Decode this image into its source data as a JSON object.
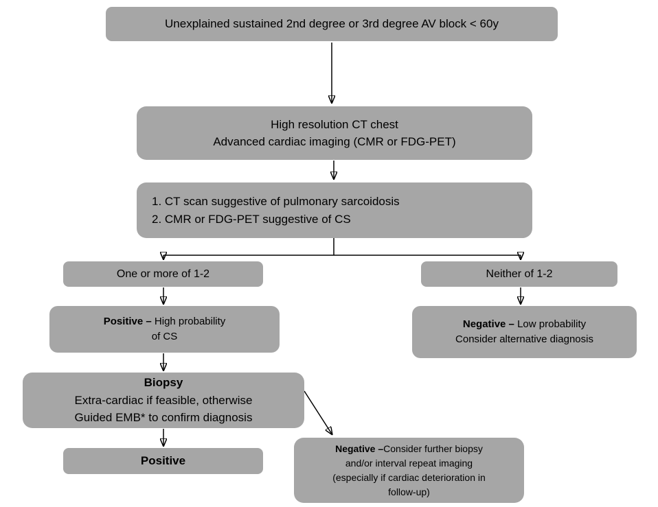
{
  "diagram": {
    "type": "flowchart",
    "colors": {
      "box_fill": "#a6a6a6",
      "text": "#000000",
      "arrow": "#000000",
      "background": "#ffffff"
    },
    "nodes": {
      "av_block": {
        "line1": "Unexplained sustained 2nd degree or 3rd degree AV block < 60y"
      },
      "imaging": {
        "line1": "High resolution CT chest",
        "line2": "Advanced cardiac imaging (CMR or FDG-PET)"
      },
      "criteria": {
        "line1": "1. CT scan suggestive of pulmonary sarcoidosis",
        "line2": "2. CMR or FDG-PET suggestive of CS"
      },
      "one_or_more": {
        "line1": "One or more of 1-2"
      },
      "neither": {
        "line1": "Neither of 1-2"
      },
      "positive_high": {
        "bold": "Positive –",
        "rest": " High probability",
        "line2": "of CS"
      },
      "negative_low": {
        "bold": "Negative –",
        "rest": " Low probability",
        "line2": "Consider alternative diagnosis"
      },
      "biopsy": {
        "bold": "Biopsy",
        "line2": "Extra-cardiac if feasible, otherwise",
        "line3": "Guided EMB* to confirm diagnosis"
      },
      "positive_final": {
        "line1": "Positive"
      },
      "negative_biopsy": {
        "bold": "Negative –",
        "rest": "Consider further biopsy",
        "line2": "and/or interval repeat imaging",
        "line3": "(especially if cardiac deterioration in",
        "line4": "follow-up)"
      }
    }
  }
}
